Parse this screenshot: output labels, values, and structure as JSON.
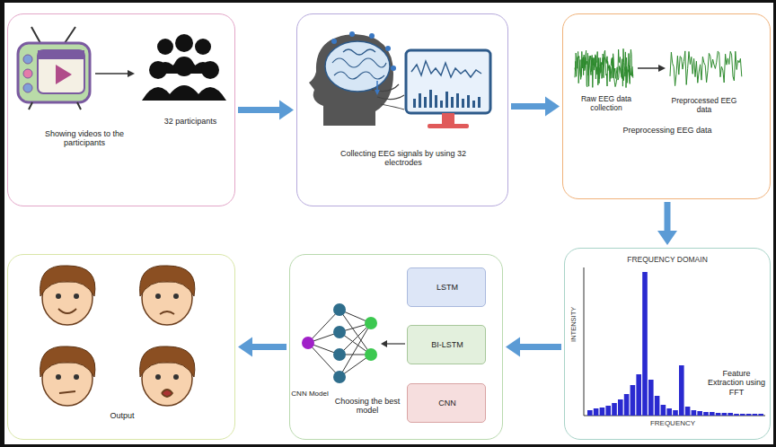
{
  "diagram": {
    "nodes": [
      {
        "text": [
          "32 participants",
          "Showing videos to the participants"
        ]
      },
      {
        "text": [
          "Collecting EEG signals by using 32 electrodes"
        ]
      },
      {
        "text": [
          "Raw EEG data collection",
          "Preprocessed EEG data",
          "Preprocessing EEG data"
        ]
      },
      {
        "text": [
          "Output"
        ]
      },
      {
        "text": [
          "CNN Model",
          "Choosing the best model"
        ]
      },
      {
        "text": [
          "LSTM"
        ],
        "in": 4
      },
      {
        "text": [
          "BI-LSTM"
        ],
        "in": 4
      },
      {
        "text": [
          "CNN"
        ],
        "in": 4
      },
      {
        "text": [
          "FREQUENCY DOMAIN",
          "INTENSITY",
          "FREQUENCY",
          "Feature Extraction using FFT"
        ]
      }
    ],
    "edges": [
      {
        "from": 0,
        "to": 1,
        "arrow": "to"
      },
      {
        "from": 1,
        "to": 2,
        "arrow": "to"
      },
      {
        "from": 2,
        "to": 8,
        "arrow": "to"
      },
      {
        "from": 8,
        "to": 4,
        "arrow": "to"
      },
      {
        "from": 4,
        "to": 3,
        "arrow": "to"
      }
    ]
  }
}
